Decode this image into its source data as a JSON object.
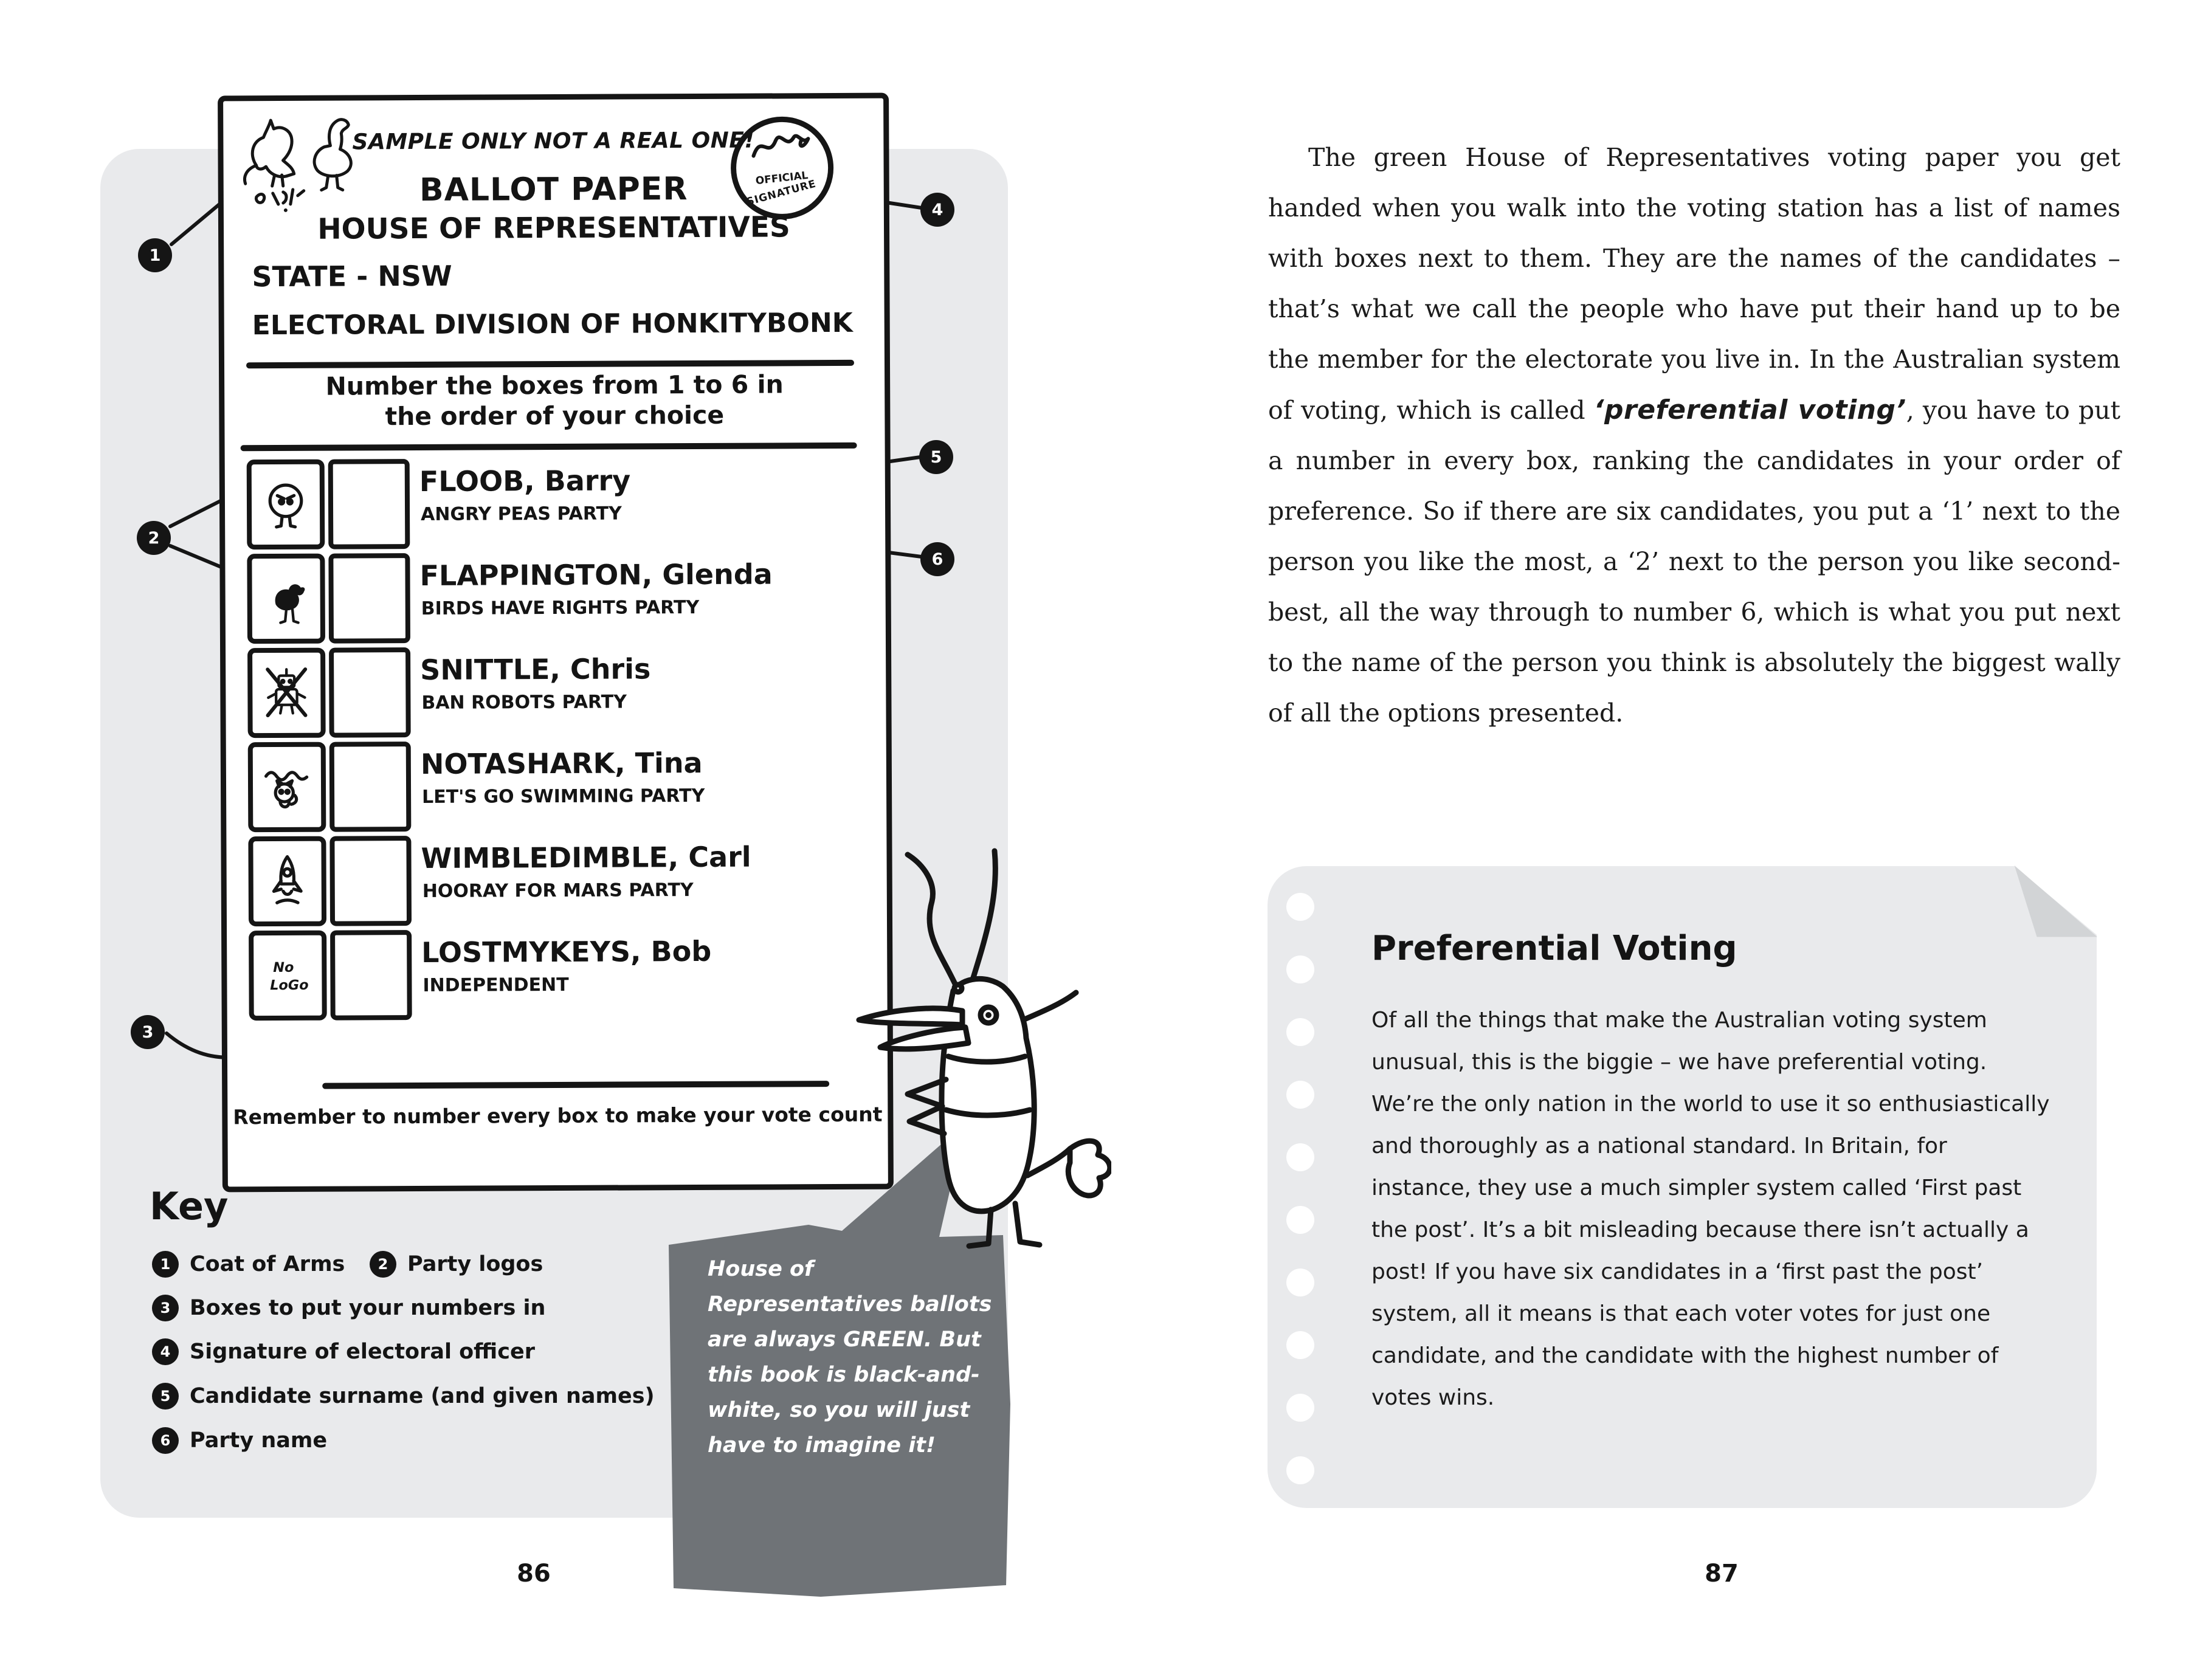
{
  "colors": {
    "paper": "#ffffff",
    "panel_gray": "#e9eaec",
    "bubble_gray": "#6f7377",
    "fold_gray": "#d2d4d6",
    "ink": "#151515"
  },
  "left": {
    "ballot": {
      "sample_note": "SAMPLE ONLY NOT A REAL ONE!",
      "title": "BALLOT PAPER",
      "subtitle": "HOUSE OF REPRESENTATIVES",
      "state_line": "STATE - NSW",
      "division_line": "ELECTORAL DIVISION OF HONKITYBONK",
      "instructions_line1": "Number the boxes from 1 to 6 in",
      "instructions_line2": "the order of your choice",
      "stamp": {
        "line1": "OFFICIAL",
        "line2": "SIGNATURE"
      },
      "candidates": [
        {
          "name": "FLOOB, Barry",
          "party": "ANGRY PEAS PARTY",
          "logo": "angry-pea-icon"
        },
        {
          "name": "FLAPPINGTON, Glenda",
          "party": "BIRDS HAVE RIGHTS PARTY",
          "logo": "bird-icon"
        },
        {
          "name": "SNITTLE, Chris",
          "party": "BAN ROBOTS PARTY",
          "logo": "banned-robot-icon"
        },
        {
          "name": "NOTASHARK, Tina",
          "party": "LET'S GO SWIMMING PARTY",
          "logo": "swimming-icon"
        },
        {
          "name": "WIMBLEDIMBLE, Carl",
          "party": "HOORAY FOR MARS PARTY",
          "logo": "rocket-icon"
        },
        {
          "name": "LOSTMYKEYS, Bob",
          "party": "INDEPENDENT",
          "logo": "no-logo-icon",
          "no_logo_line1": "No",
          "no_logo_line2": "LoGo"
        }
      ],
      "footer_note": "Remember to number every box to make your vote count"
    },
    "callouts": {
      "c1": "1",
      "c2": "2",
      "c3": "3",
      "c4": "4",
      "c5": "5",
      "c6": "6"
    },
    "key": {
      "heading": "Key",
      "items": [
        {
          "num": "1",
          "label": "Coat of Arms"
        },
        {
          "num": "2",
          "label": "Party logos"
        },
        {
          "num": "3",
          "label": "Boxes to put your numbers in"
        },
        {
          "num": "4",
          "label": "Signature of electoral officer"
        },
        {
          "num": "5",
          "label": "Candidate surname (and given names)"
        },
        {
          "num": "6",
          "label": "Party name"
        }
      ]
    },
    "bubble_lines": [
      "House of",
      "Representatives ballots",
      "are always GREEN. But",
      "this book is black-and-",
      "white, so you will just",
      "have to imagine it!"
    ],
    "page_number": "86"
  },
  "right": {
    "paragraph": {
      "before": "The green House of Representatives voting paper you get handed when you walk into the voting station has a list of names with boxes next to them. They are the names of the candidates – that’s what we call the people who have put their hand up to be the member for the electorate you live in. In the Australian system of voting, which is called ",
      "emphasis": "‘preferential voting’",
      "after": ", you have to put a number in every box, ranking the candidates in your order of preference. So if there are six candidates, you put a ‘1’ next to the person you like the most, a ‘2’ next to the person you like second-best, all the way through to number 6, which is what you put next to the name of the person you think is absolutely the biggest wally of all the options presented."
    },
    "note": {
      "title": "Preferential Voting",
      "body": "Of all the things that make the Australian voting system unusual, this is the biggie – we have preferential voting. We’re the only nation in the world to use it so enthusiastically and thoroughly as a national standard. In Britain, for instance, they use a much simpler system called ‘First past the post’. It’s a bit misleading because there isn’t actually a post! If you have six candidates in a ‘first past the post’ system, all it means is that each voter votes for just one candidate, and the candidate with the highest number of votes wins."
    },
    "page_number": "87"
  }
}
